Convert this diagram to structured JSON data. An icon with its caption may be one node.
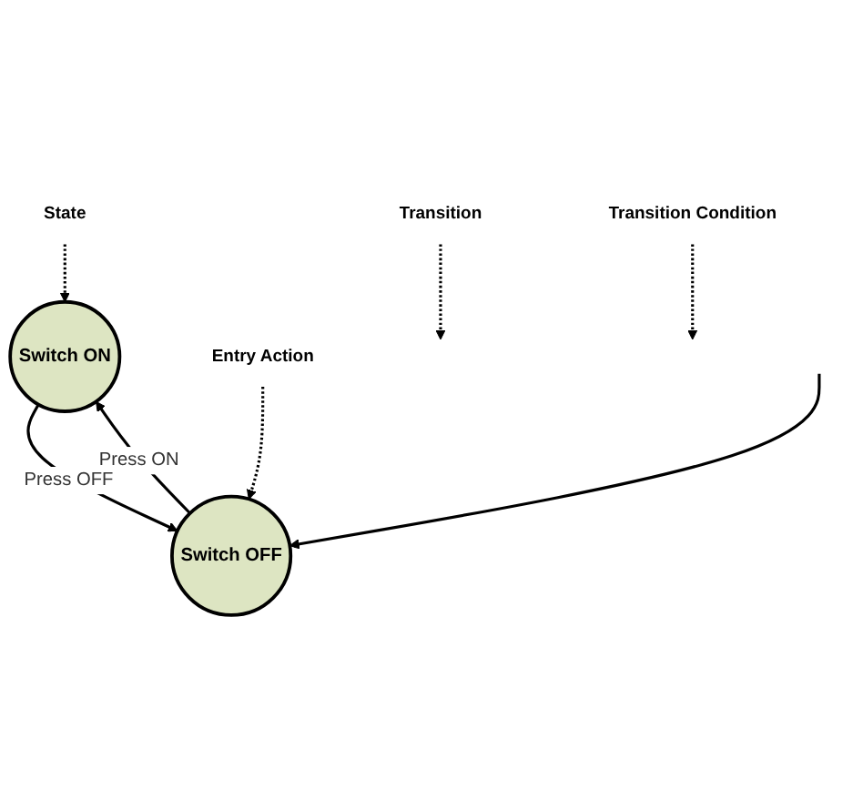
{
  "diagram": {
    "nodes": [
      {
        "text": [
          "State"
        ]
      },
      {
        "text": [
          "Switch ON"
        ]
      },
      {
        "text": [
          "Transition"
        ]
      },
      {
        "text": [
          "Transition Condition"
        ]
      },
      {
        "text": [
          "Switch OFF"
        ]
      },
      {
        "text": [
          "Entry Action"
        ]
      }
    ],
    "edges": [
      {
        "from": 0,
        "to": 1,
        "arrow": "to",
        "style": "dashed"
      },
      {
        "from": 2,
        "to": null,
        "arrow": "to",
        "style": "dashed"
      },
      {
        "from": 4,
        "to": 1,
        "arrow": "to",
        "label": "Press ON"
      },
      {
        "from": 1,
        "to": 4,
        "arrow": "to",
        "label": "Press OFF"
      },
      {
        "from": 3,
        "to": null,
        "arrow": "to",
        "style": "dashed"
      },
      {
        "from": 5,
        "to": 4,
        "arrow": "to",
        "style": "dashed"
      },
      {
        "from": null,
        "to": 4,
        "arrow": "to"
      }
    ]
  }
}
